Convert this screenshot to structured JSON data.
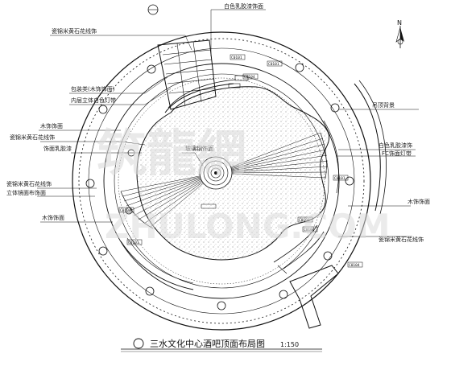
{
  "labels": {
    "top_left_1": "瓷锦米黄石花线饰",
    "top_center": "白色乳胶漆饰面",
    "left_2": "包装类(木饰饰面)",
    "left_3": "内层立体白色灯带",
    "right_1": "吊顶背景",
    "left_4": "木饰饰面",
    "left_5": "瓷锦米黄石花线饰",
    "left_6": "饰面乳胶漆",
    "center": "玻璃钢饰面",
    "right_2": "白色乳胶漆饰",
    "right_3": "FC饰面灯带",
    "left_7": "瓷锦米黄石花线饰",
    "left_8": "立体镜面布饰面",
    "right_4": "木饰饰面",
    "left_9": "木饰饰面",
    "right_5": "瓷锦米黄石花线饰"
  },
  "tags": {
    "t1": "C0101",
    "t2": "C0104",
    "t3": "C0101",
    "t4": "C0104",
    "t5": "C0101",
    "t6": "C0101",
    "t7": "C0104",
    "t8": "C0104",
    "t9": "C0101",
    "t10": "C0104"
  },
  "title": {
    "text": "三水文化中心酒吧顶面布局图",
    "scale": "1:150"
  },
  "watermark": {
    "line1": "筑龍網",
    "line2": "ZHULONG.COM"
  },
  "north_letter": "N"
}
